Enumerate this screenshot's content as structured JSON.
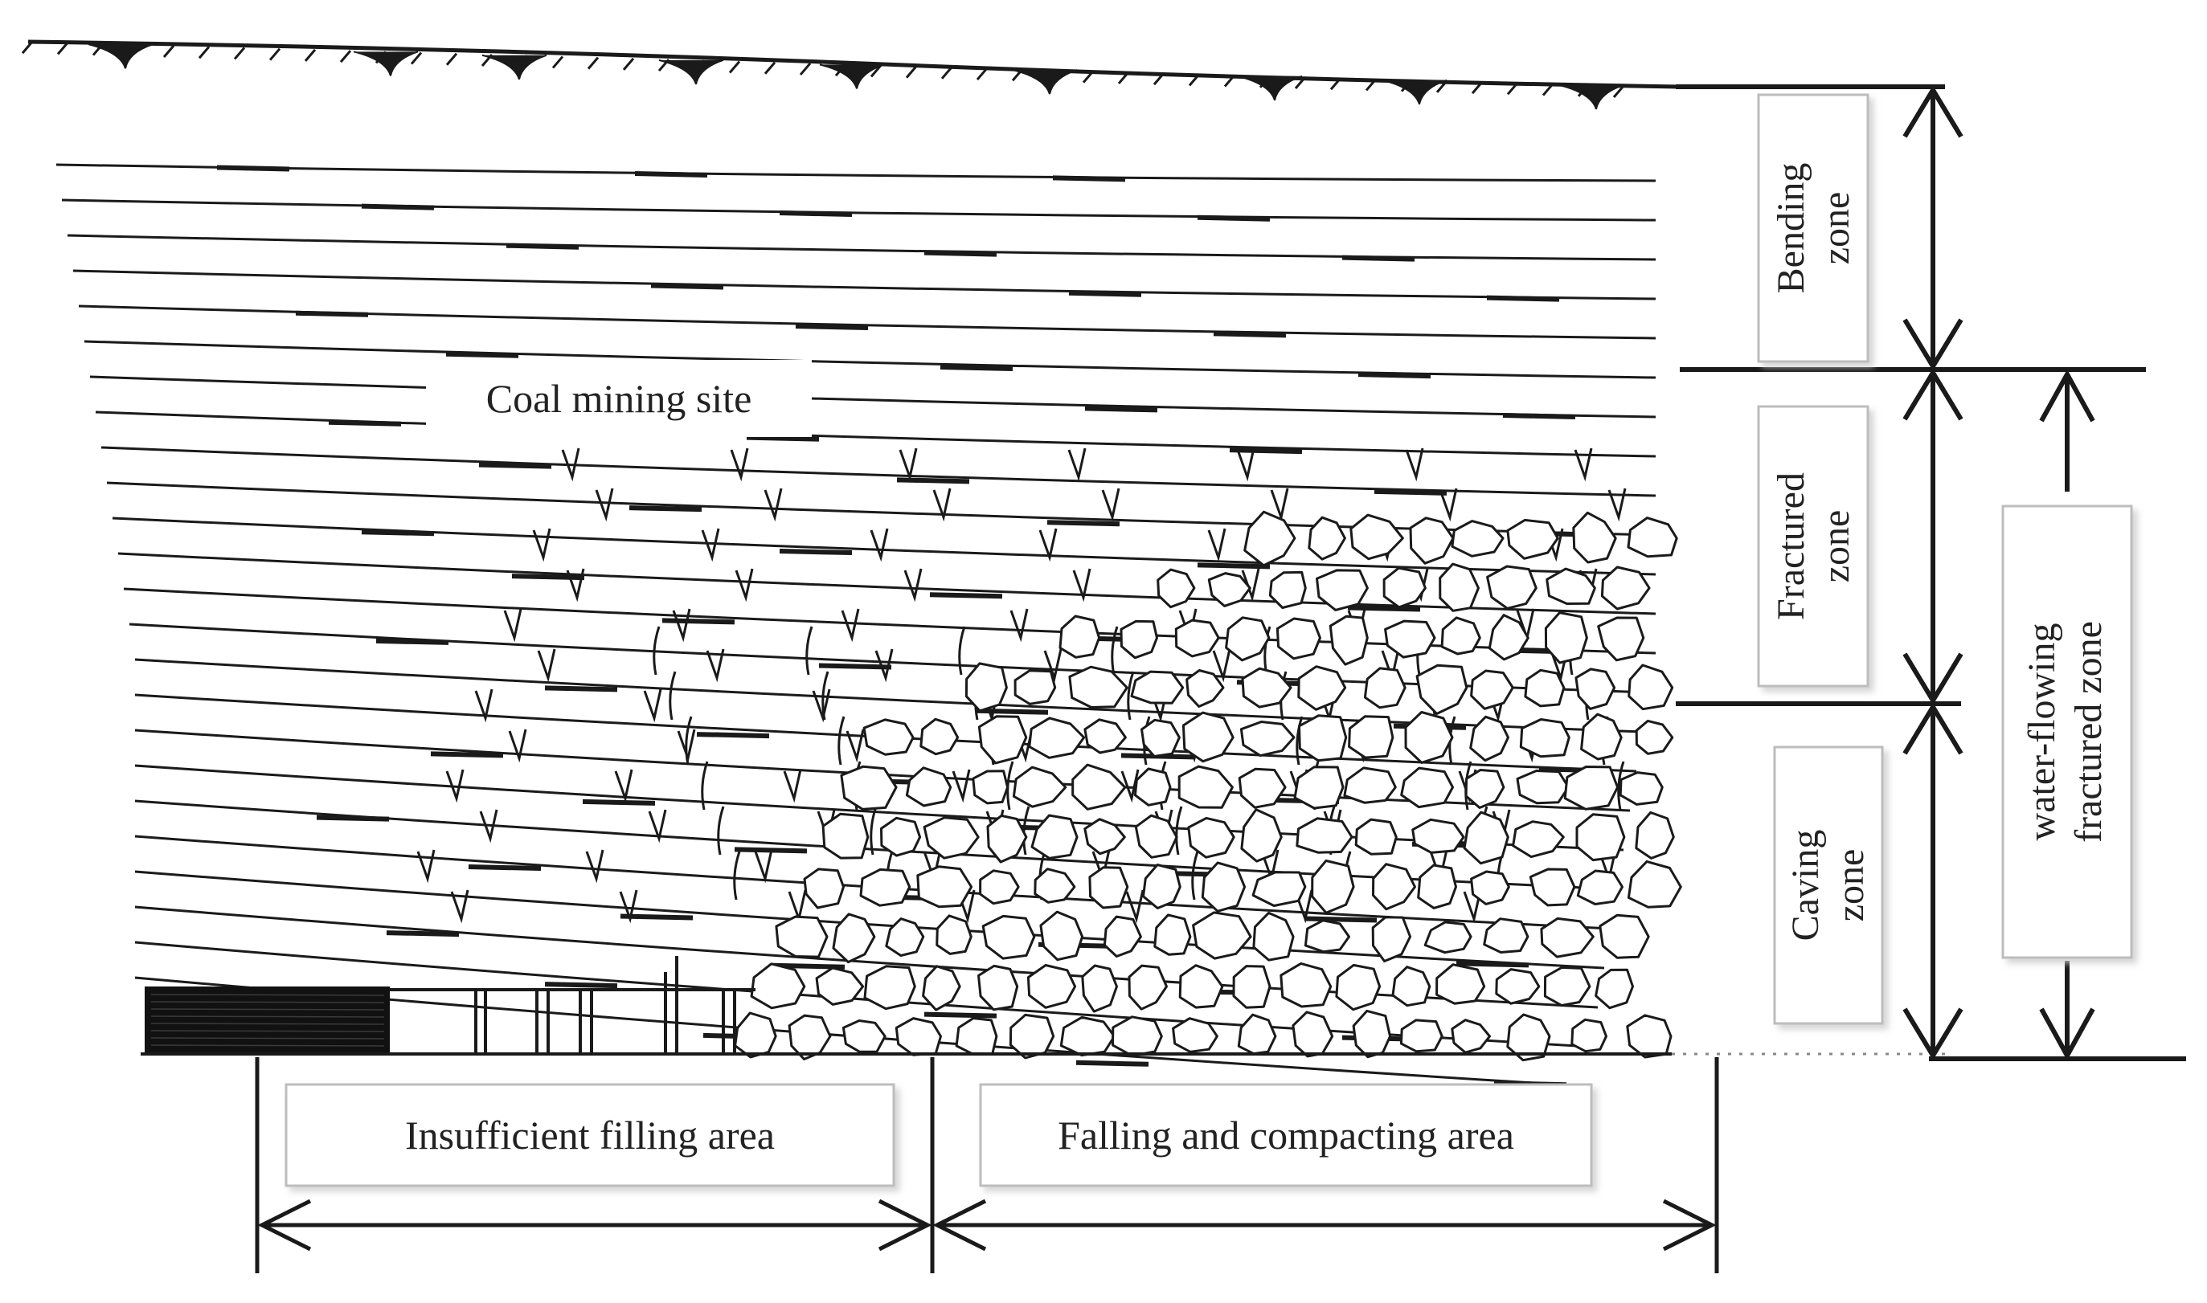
{
  "labels": {
    "coal_mining_site": "Coal mining site",
    "bending_zone": [
      "Bending",
      "zone"
    ],
    "fractured_zone": [
      "Fractured",
      "zone"
    ],
    "caving_zone": [
      "Caving",
      "zone"
    ],
    "water_flowing_zone": [
      "water-flowing",
      "fractured zone"
    ],
    "insufficient_filling_area": "Insufficient filling area",
    "falling_compacting_area": "Falling and compacting area"
  },
  "colors": {
    "line": "#1a1a1a",
    "label_box_border": "#bdbdbd",
    "label_box_shadow": "#e6e6e6",
    "coal_seam": "#111111"
  }
}
